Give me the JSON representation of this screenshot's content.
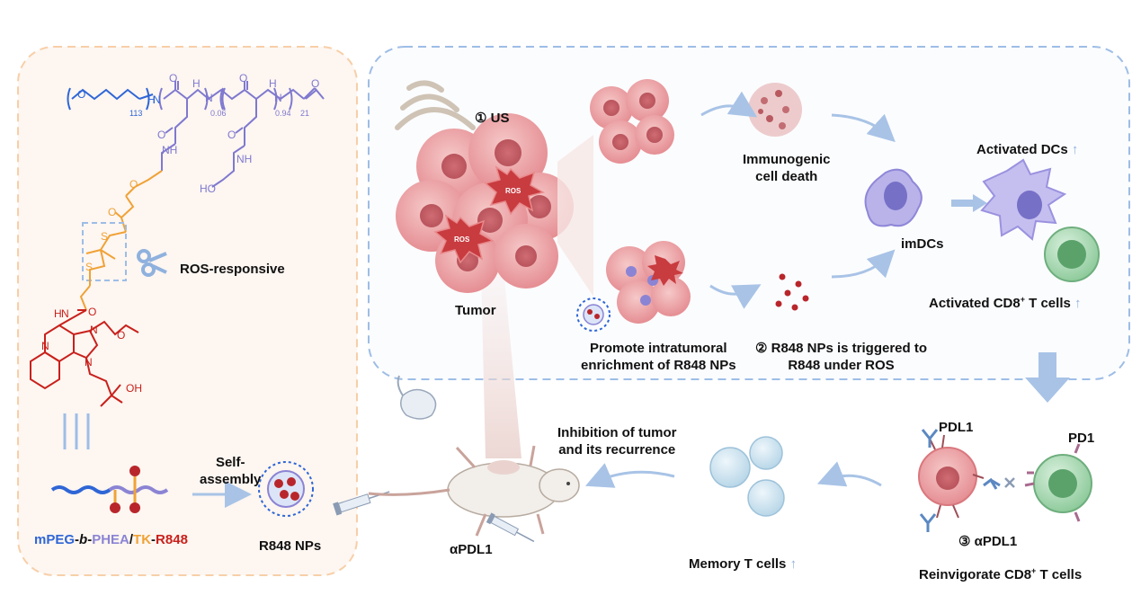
{
  "labels": {
    "ros_responsive": "ROS-responsive",
    "self_assembly_1": "Self-",
    "self_assembly_2": "assembly",
    "r848_nps_left": "R848 NPs",
    "formula": {
      "p1": "mPEG",
      "p2": "-",
      "p3": "b",
      "p4": "-",
      "p5": "PHEA",
      "p6": "/",
      "p7": "TK",
      "p8": "-",
      "p9": "R848"
    },
    "us": "① US",
    "tumor": "Tumor",
    "ros": "ROS",
    "promote_1": "Promote intratumoral",
    "promote_2": "enrichment of R848 NPs",
    "immunogenic_1": "Immunogenic",
    "immunogenic_2": "cell death",
    "triggered_1": "② R848 NPs is triggered to",
    "triggered_2": "R848 under ROS",
    "imdcs": "imDCs",
    "activated_dcs": "Activated DCs",
    "activated_cd8": "Activated CD8",
    "activated_cd8_sup": "+",
    "activated_cd8_tail": " T cells",
    "pdl1": "PDL1",
    "pd1": "PD1",
    "apdl1_step": "③ αPDL1",
    "reinvigorate": "Reinvigorate CD8",
    "reinvigorate_sup": "+",
    "reinvigorate_tail": " T cells",
    "memory_t": "Memory T cells",
    "inhibition_1": "Inhibition of tumor",
    "inhibition_2": "and its recurrence",
    "apdl1_mouse": "αPDL1",
    "up_arrow": "↑"
  },
  "chem": {
    "o": "O",
    "h": "H",
    "n": "N",
    "nh": "NH",
    "s": "S",
    "oh": "OH",
    "ho": "HO",
    "sub113": "113",
    "sub006": "0.06",
    "sub094": "0.94",
    "sub21": "21"
  },
  "colors": {
    "peg_blue": "#2f66d6",
    "phea_purple": "#8b84d4",
    "tk_orange": "#f0a236",
    "r848_red": "#c9201b",
    "left_panel_border": "#f7cfa8",
    "left_panel_fill": "#fdf6f1",
    "right_panel_border": "#9ebde6",
    "arrow_blue": "#a8c3e6",
    "tumor_pink": "#e9999c",
    "ros_red": "#c83b3f",
    "dc_purple": "#a69ee0",
    "tcell_green": "#7cc38d"
  }
}
